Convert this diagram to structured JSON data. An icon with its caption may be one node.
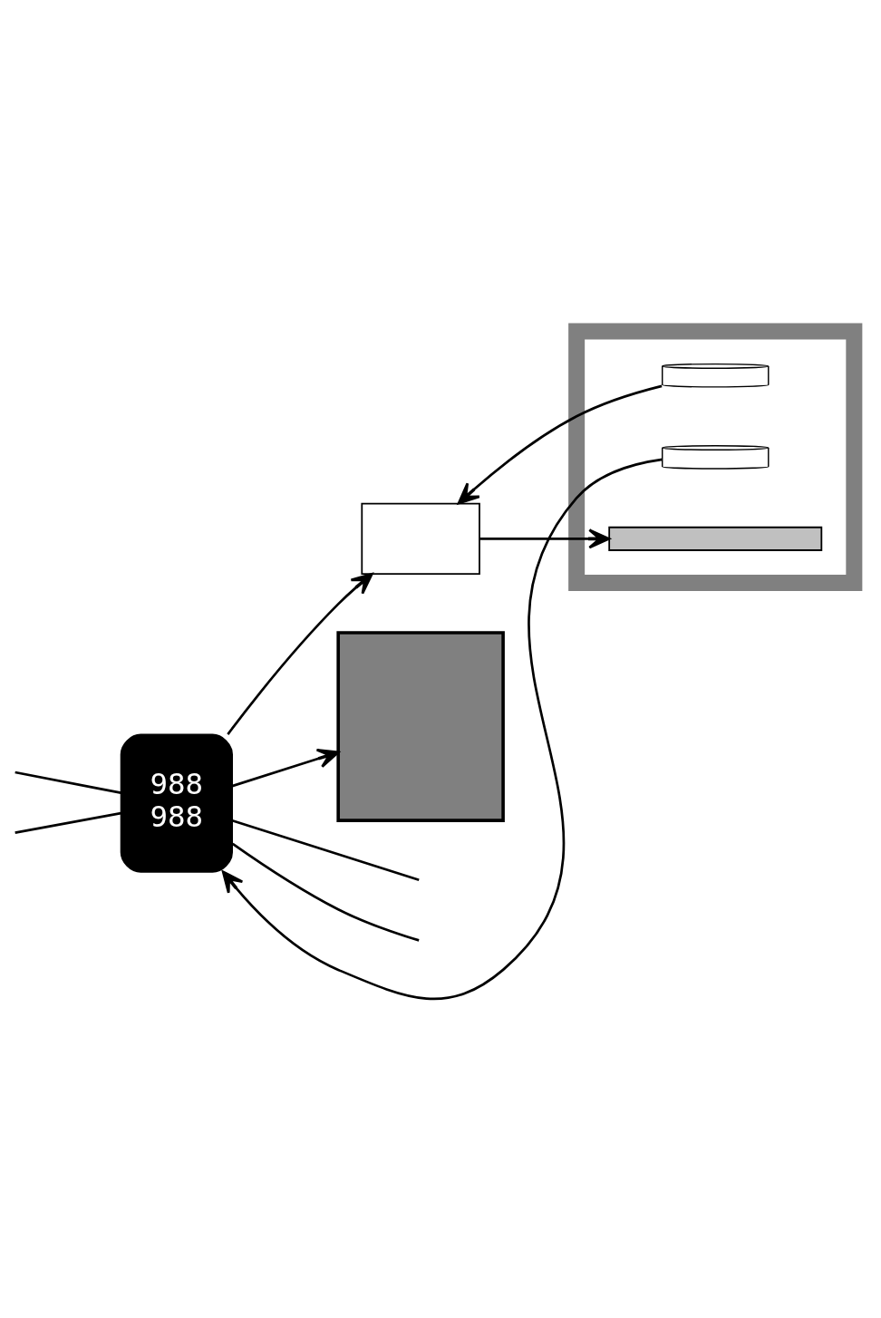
{
  "diagram": {
    "nodes": [
      {
        "text": [
          "988",
          "988"
        ]
      },
      {
        "text": [],
        "shape": "box"
      },
      {
        "text": [],
        "shape": "box"
      },
      {
        "text": [],
        "shape": "box"
      },
      {
        "text": [],
        "shape": "cylinder",
        "in": 3
      },
      {
        "text": [],
        "shape": "cylinder",
        "in": 3
      },
      {
        "text": [],
        "shape": "bar",
        "in": 3
      }
    ],
    "edges": [
      {
        "from": 0,
        "to": 1,
        "arrow": "to"
      },
      {
        "from": 0,
        "to": 2,
        "arrow": "to"
      },
      {
        "from": 4,
        "to": 1,
        "arrow": "to"
      },
      {
        "from": 1,
        "to": 6,
        "arrow": "to"
      },
      {
        "from": 5,
        "to": 0,
        "arrow": "to"
      },
      {
        "from": 0,
        "to": null,
        "arrow": "none"
      },
      {
        "from": 0,
        "to": null,
        "arrow": "none"
      },
      {
        "from": null,
        "to": 0,
        "arrow": "none"
      },
      {
        "from": null,
        "to": 0,
        "arrow": "none"
      }
    ]
  }
}
